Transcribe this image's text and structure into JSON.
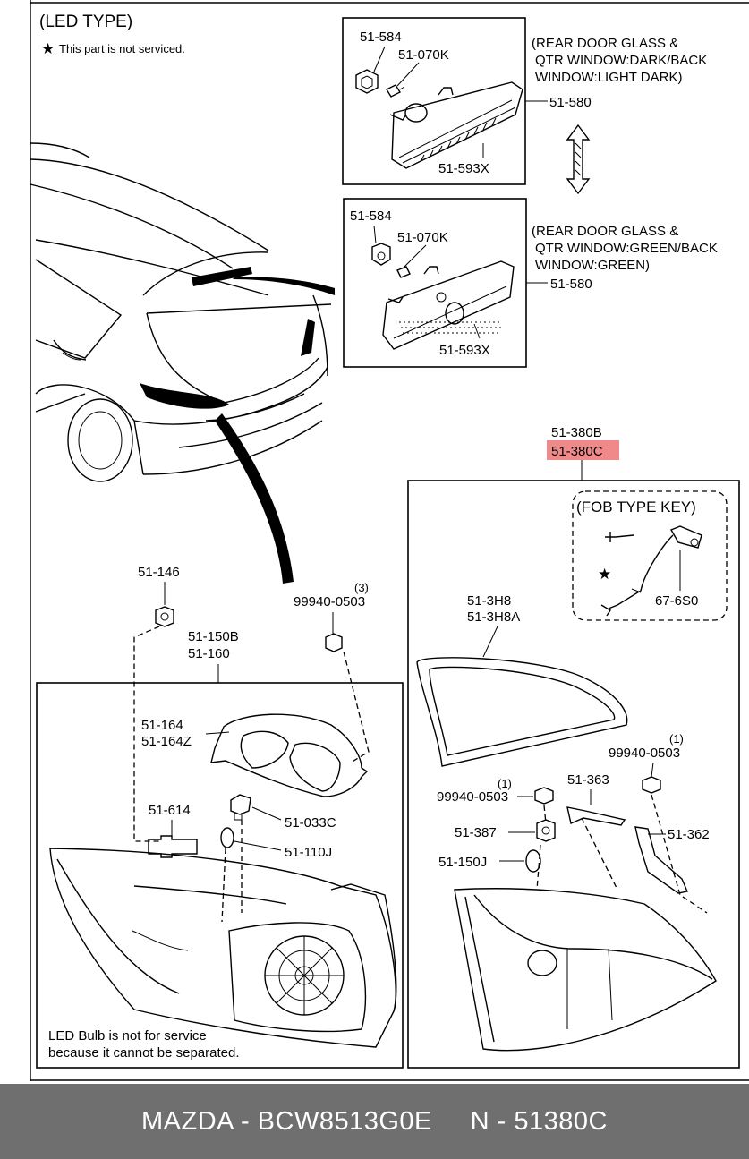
{
  "header": {
    "title": "(LED TYPE)",
    "note": "This part is not serviced."
  },
  "top_panel": {
    "parts": [
      "51-584",
      "51-070K",
      "51-580",
      "51-593X"
    ],
    "caption_lines": [
      "(REAR DOOR GLASS &",
      "QTR WINDOW:DARK/BACK",
      "WINDOW:LIGHT DARK)"
    ]
  },
  "mid_panel": {
    "parts": [
      "51-584",
      "51-070K",
      "51-580",
      "51-593X"
    ],
    "caption_lines": [
      "(REAR DOOR GLASS &",
      "QTR WINDOW:GREEN/BACK",
      "WINDOW:GREEN)"
    ]
  },
  "right_section": {
    "part_a": "51-380B",
    "part_b_highlighted": "51-380C",
    "highlight_color": "#f08a8a",
    "fob_title": "(FOB TYPE KEY)",
    "fob_part": "67-6S0",
    "glass_parts": [
      "51-3H8",
      "51-3H8A"
    ],
    "nut_right": {
      "qty": "(1)",
      "code": "99940-0503"
    },
    "nut_left": {
      "qty": "(1)",
      "code": "99940-0503"
    },
    "parts": [
      "51-363",
      "51-387",
      "51-362",
      "51-150J"
    ]
  },
  "left_section": {
    "part_146": "51-146",
    "nut": {
      "qty": "(3)",
      "code": "99940-0503"
    },
    "lamp_parts": [
      "51-150B",
      "51-160"
    ],
    "gasket_parts": [
      "51-164",
      "51-164Z"
    ],
    "parts": [
      "51-614",
      "51-033C",
      "51-110J"
    ],
    "note_lines": [
      "LED Bulb is not for service",
      "because it cannot be separated."
    ]
  },
  "footer": {
    "text": "MAZDA - BCW8513G0E     N - 51380C"
  }
}
